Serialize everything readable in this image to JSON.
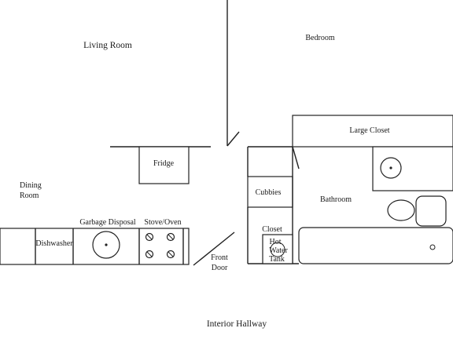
{
  "rooms": {
    "living_room": "Living Room",
    "bedroom": "Bedroom",
    "dining_room_line1": "Dining",
    "dining_room_line2": "Room",
    "bathroom": "Bathroom",
    "interior_hallway": "Interior Hallway"
  },
  "fixtures": {
    "large_closet": "Large Closet",
    "fridge": "Fridge",
    "cubbies": "Cubbies",
    "closet": "Closet",
    "hot_water_tank_line1": "Hot",
    "hot_water_tank_line2": "Water",
    "hot_water_tank_line3": "Tank",
    "dishwasher": "Dishwasher",
    "garbage_disposal": "Garbage Disposal",
    "stove_oven": "Stove/Oven",
    "front_door_line1": "Front",
    "front_door_line2": "Door"
  }
}
